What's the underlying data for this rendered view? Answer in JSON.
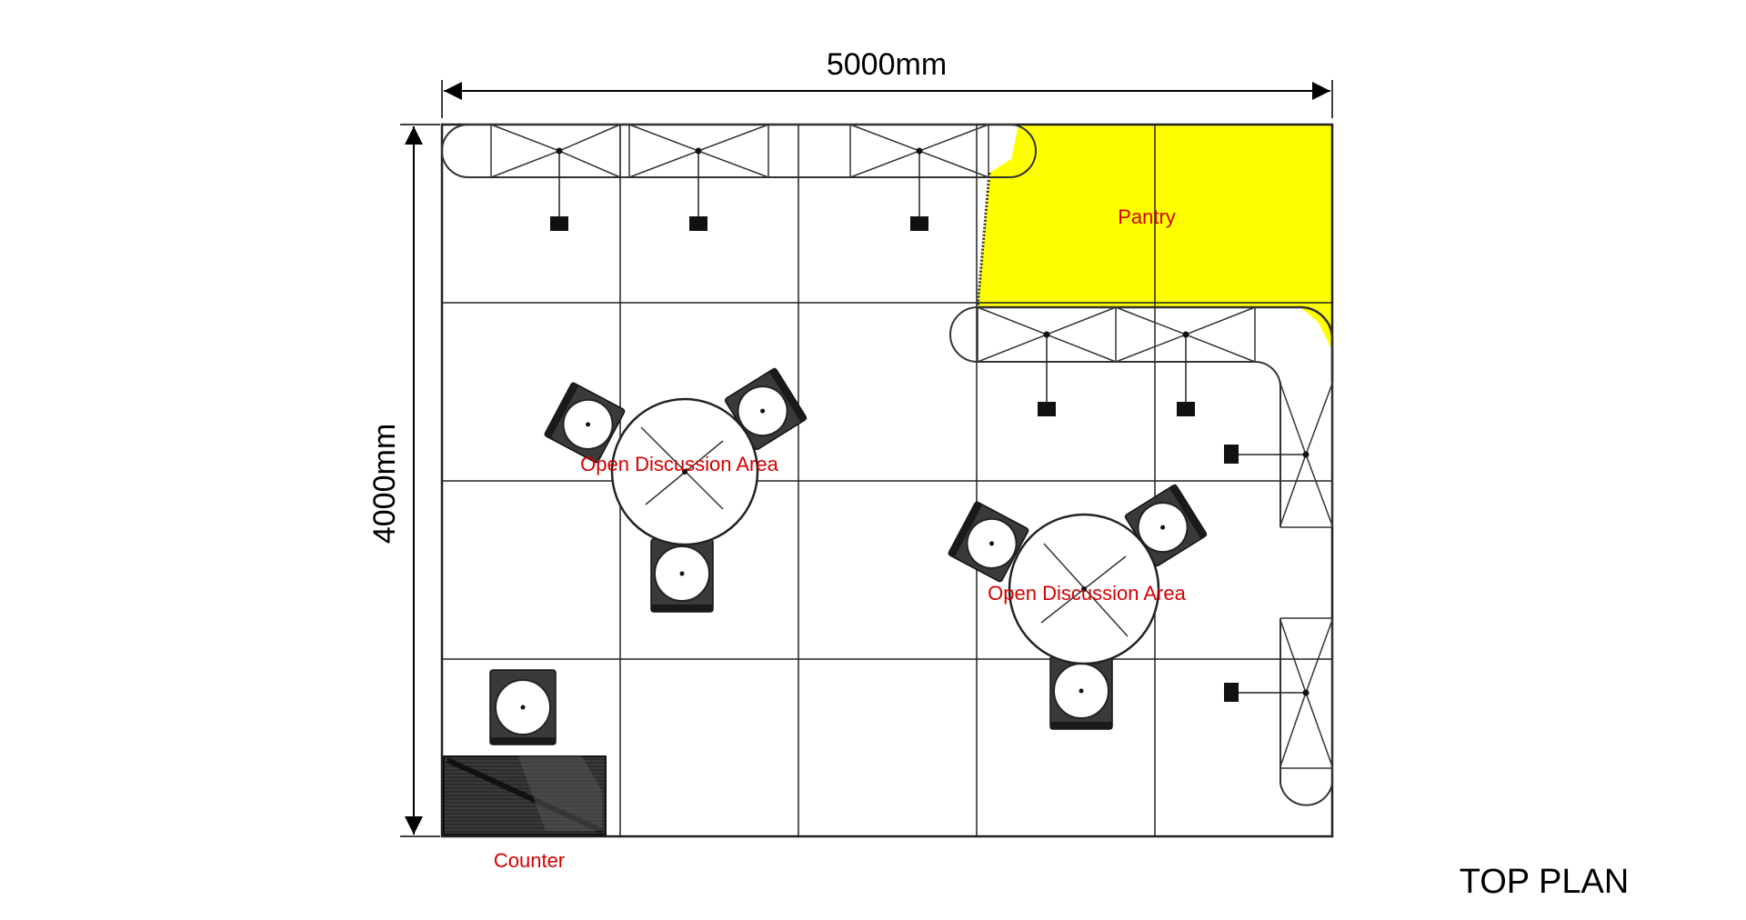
{
  "title": "TOP PLAN",
  "dimensions": {
    "width": "5000mm",
    "height": "4000mm"
  },
  "areas": {
    "pantry": "Pantry",
    "discussion_1": "Open Discussion Area",
    "discussion_2": "Open Discussion Area",
    "counter": "Counter"
  },
  "colors": {
    "pantry_fill": "#ffff00",
    "label_red": "#d40000",
    "line": "#222222",
    "furniture": "#333333"
  }
}
